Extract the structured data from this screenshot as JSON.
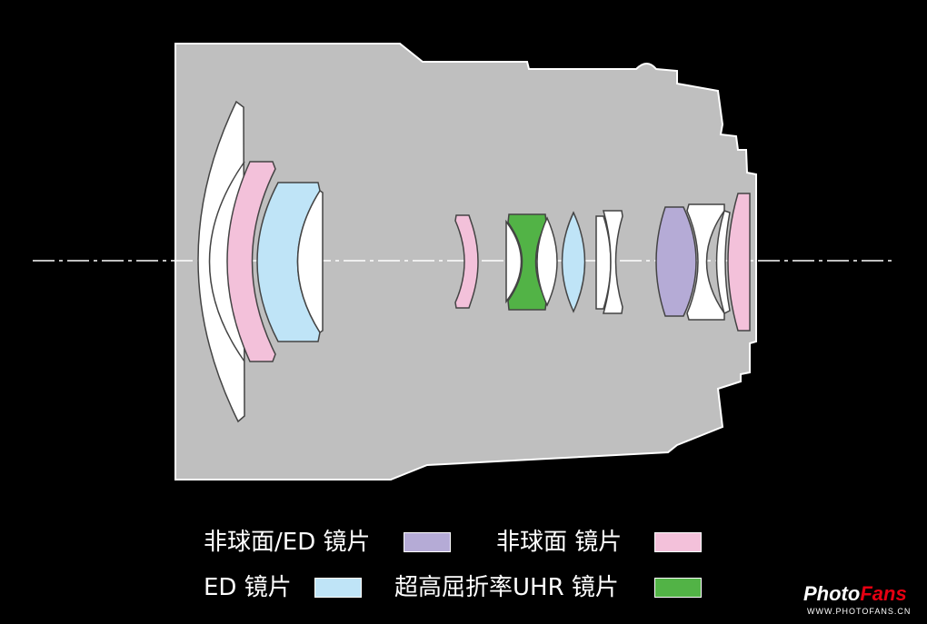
{
  "legend": {
    "items": [
      {
        "label": "非球面/ED 镜片",
        "color": "#b5abd6"
      },
      {
        "label": "非球面 镜片",
        "color": "#f3c1da"
      },
      {
        "label": "ED 镜片",
        "color": "#bfe4f7"
      },
      {
        "label": "超高屈折率UHR 镜片",
        "color": "#52b346"
      }
    ]
  },
  "colors": {
    "background": "#000000",
    "barrel": "#bfbfbf",
    "outline": "#ffffff",
    "plain_lens": "#ffffff",
    "axis": "#ffffff"
  },
  "logo": {
    "photo": "Photo",
    "fans": "Fans",
    "url": "WWW.PHOTOFANS.CN"
  }
}
